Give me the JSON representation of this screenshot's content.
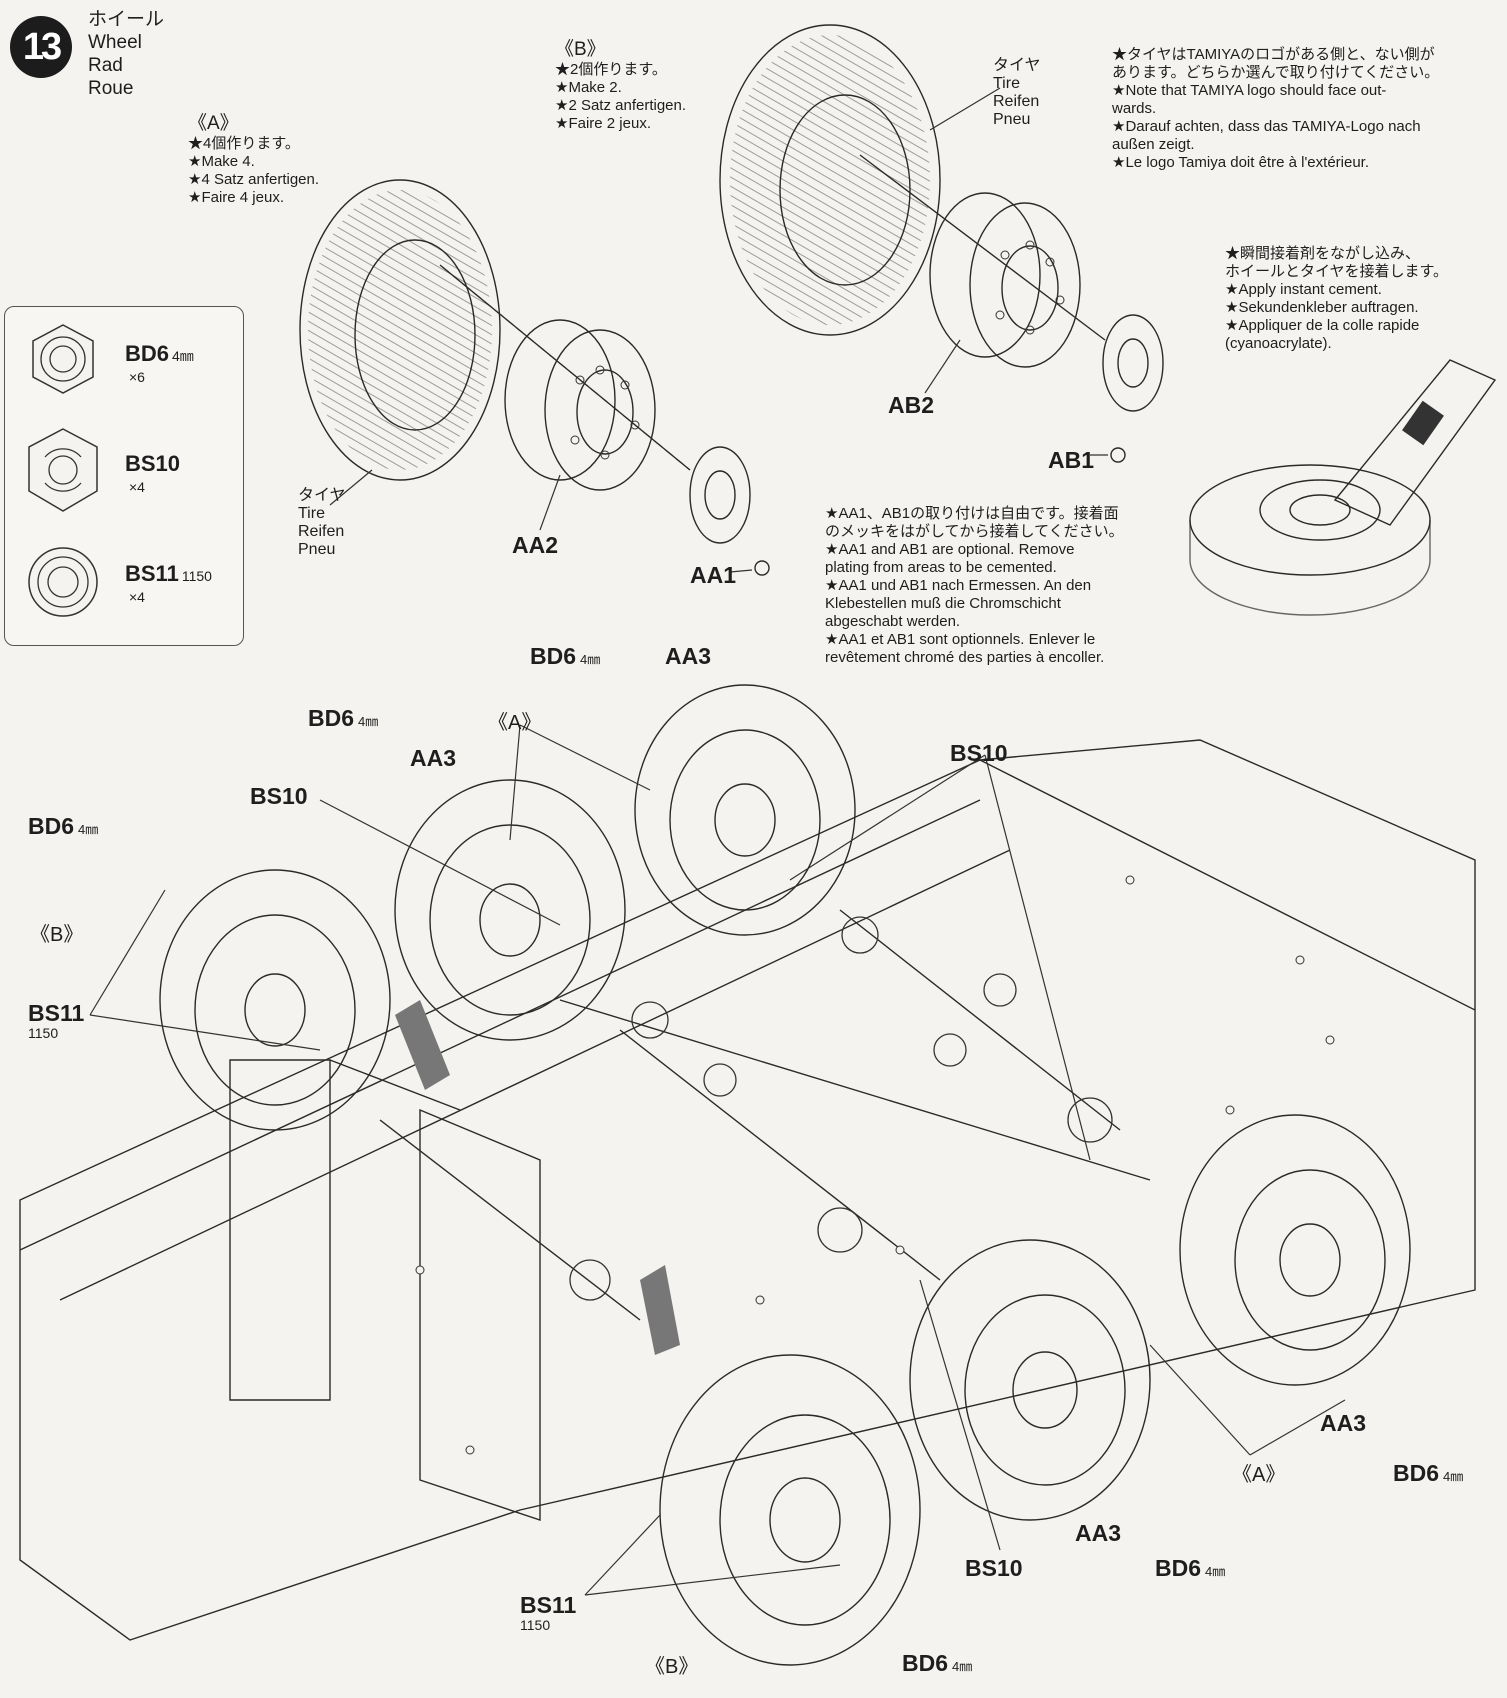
{
  "step": {
    "number": "13",
    "title_ja": "ホイール",
    "title_en": "Wheel",
    "title_de": "Rad",
    "title_fr": "Roue"
  },
  "group_a": {
    "label": "《A》",
    "lines": [
      "★4個作ります。",
      "★Make 4.",
      "★4 Satz anfertigen.",
      "★Faire 4 jeux."
    ]
  },
  "group_b": {
    "label": "《B》",
    "lines": [
      "★2個作ります。",
      "★Make 2.",
      "★2 Satz anfertigen.",
      "★Faire 2 jeux."
    ]
  },
  "tire_label": {
    "ja": "タイヤ",
    "en": "Tire",
    "de": "Reifen",
    "fr": "Pneu"
  },
  "logo_note": [
    "★タイヤはTAMIYAのロゴがある側と、ない側が",
    "あります。どちらか選んで取り付けてください。",
    "★Note that TAMIYA logo should face out-",
    "wards.",
    "★Darauf achten, dass das TAMIYA-Logo nach",
    "außen zeigt.",
    "★Le logo Tamiya doit être à l'extérieur."
  ],
  "cement_note": [
    "★瞬間接着剤をながし込み、",
    "ホイールとタイヤを接着します。",
    "★Apply instant cement.",
    "★Sekundenkleber auftragen.",
    "★Appliquer de la colle rapide",
    "(cyanoacrylate)."
  ],
  "optional_note": [
    "★AA1、AB1の取り付けは自由です。接着面",
    "のメッキをはがしてから接着してください。",
    "★AA1 and AB1 are optional. Remove",
    "plating from areas to be cemented.",
    "★AA1 und AB1 nach Ermessen. An den",
    "Klebestellen muß die Chromschicht",
    "abgeschabt werden.",
    "★AA1 et AB1 sont optionnels. Enlever le",
    "revêtement chromé des parties à encoller."
  ],
  "legend": [
    {
      "name": "BD6",
      "size": "4㎜",
      "qty": "×6"
    },
    {
      "name": "BS10",
      "size": "",
      "qty": "×4"
    },
    {
      "name": "BS11",
      "size": "1150",
      "qty": "×4"
    }
  ],
  "parts": {
    "aa2": "AA2",
    "aa1": "AA1",
    "ab2": "AB2",
    "ab1": "AB1",
    "aa3": "AA3",
    "bd6": "BD6",
    "bd6_size": "4㎜",
    "bs10": "BS10",
    "bs11": "BS11",
    "bs11_size": "1150",
    "group_a": "《A》",
    "group_b": "《B》"
  }
}
